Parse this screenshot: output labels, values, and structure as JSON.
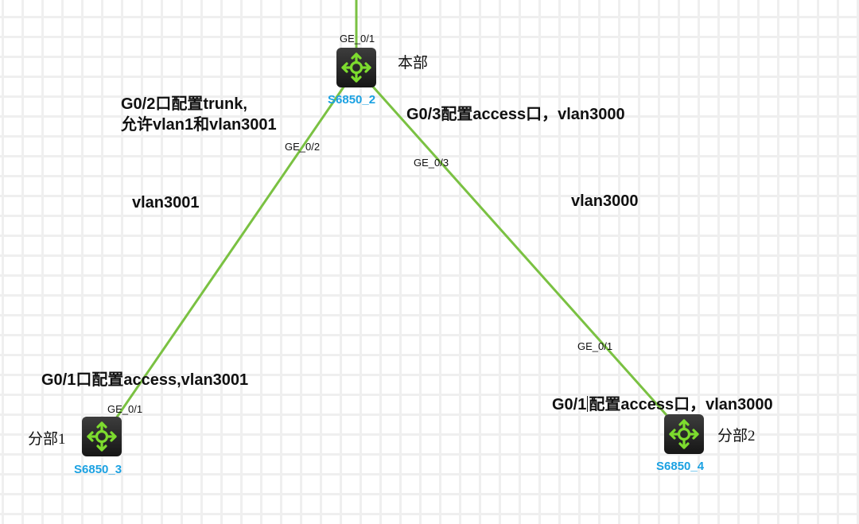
{
  "colors": {
    "link": "#7ac142",
    "device_name": "#1ba1e2",
    "switch_icon": "#7ddc2e",
    "grid": "#efefef"
  },
  "devices": [
    {
      "id": "core",
      "name": "S6850_2",
      "site_label": "本部",
      "icon": "router-switch-icon"
    },
    {
      "id": "branch1",
      "name": "S6850_3",
      "site_label": "分部1",
      "icon": "router-switch-icon"
    },
    {
      "id": "branch2",
      "name": "S6850_4",
      "site_label": "分部2",
      "icon": "router-switch-icon"
    }
  ],
  "links": [
    {
      "from": "core",
      "to": "external",
      "from_port": "GE_0/1"
    },
    {
      "from": "core",
      "to": "branch1",
      "from_port": "GE_0/2",
      "to_port": "GE_0/1",
      "vlan_label": "vlan3001"
    },
    {
      "from": "core",
      "to": "branch2",
      "from_port": "GE_0/3",
      "to_port": "GE_0/1",
      "vlan_label": "vlan3000"
    }
  ],
  "notes": {
    "core_g02_line1": "G0/2口配置trunk,",
    "core_g02_line2": "允许vlan1和vlan3001",
    "core_g03": "G0/3配置access口，vlan3000",
    "branch1_g01": "G0/1口配置access,vlan3001",
    "branch2_g01_part1": "G0/1",
    "branch2_g01_part2": "配置access口，vlan3000"
  }
}
